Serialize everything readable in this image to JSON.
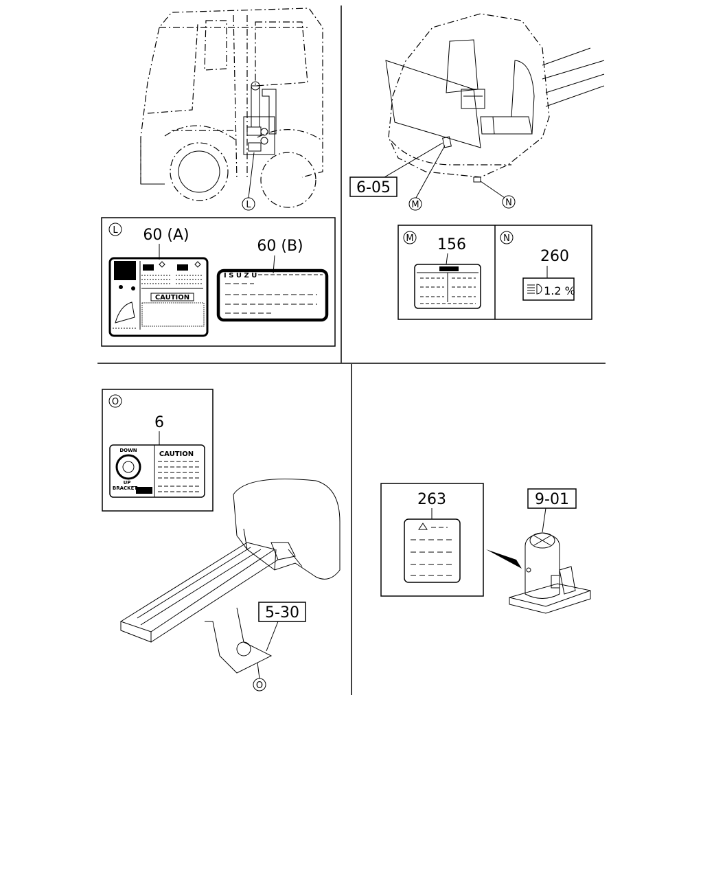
{
  "diagram": {
    "refs": {
      "cab_label_callout": "L",
      "label_60a": "60 (A)",
      "label_60b": "60 (B)",
      "label_60b_brand": "I S U Z U",
      "label_60a_caution": "CAUTION",
      "ref_6_05": "6-05",
      "callout_m": "M",
      "callout_n": "N",
      "label_156": "156",
      "label_260": "260",
      "label_260_text": "1.2 %",
      "callout_o": "O",
      "label_6": "6",
      "label_6_down": "DOWN",
      "label_6_up": "UP",
      "label_6_bracket": "BRACKET",
      "label_6_caution": "CAUTION",
      "ref_5_30": "5-30",
      "label_263": "263",
      "ref_9_01": "9-01"
    }
  }
}
